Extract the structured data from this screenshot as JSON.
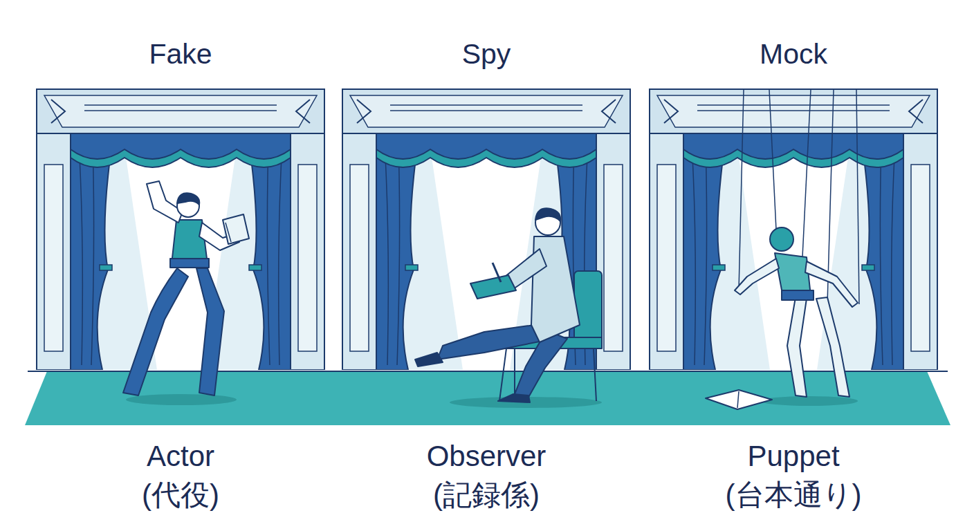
{
  "diagram": {
    "nodes": [
      {
        "text": [
          "Fake",
          "Actor (代役)"
        ]
      },
      {
        "text": [
          "Spy",
          "Observer (記録係)"
        ]
      },
      {
        "text": [
          "Mock",
          "Puppet (台本通り)"
        ]
      }
    ]
  }
}
